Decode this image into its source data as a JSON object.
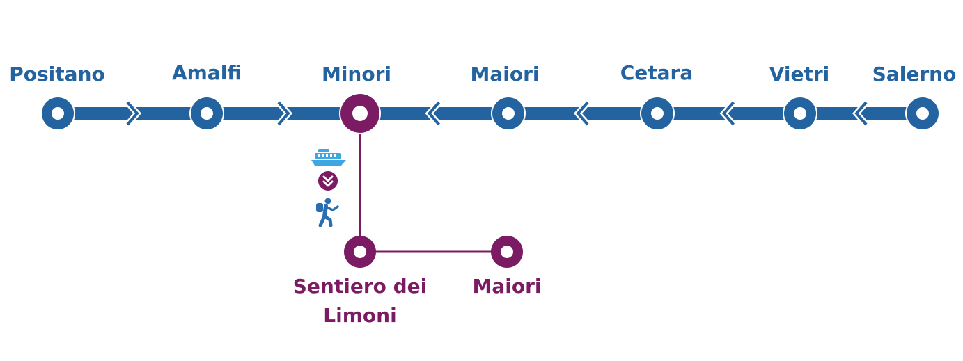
{
  "colors": {
    "main_line": "#2263a0",
    "branch_line": "#7a1b63",
    "ferry_icon": "#3ea6e0",
    "hiker_icon": "#2a6db0"
  },
  "main_route": {
    "stops": [
      {
        "name": "Positano"
      },
      {
        "name": "Amalfi"
      },
      {
        "name": "Minori",
        "hub": true
      },
      {
        "name": "Maiori"
      },
      {
        "name": "Cetara"
      },
      {
        "name": "Vietri"
      },
      {
        "name": "Salerno"
      }
    ],
    "arrows": [
      "right",
      "right",
      "left",
      "left",
      "left",
      "left"
    ]
  },
  "branch": {
    "icons": [
      "ferry-icon",
      "double-chevron-down-icon",
      "hiker-icon"
    ],
    "stops": [
      {
        "name_lines": [
          "Sentiero dei",
          "Limoni"
        ]
      },
      {
        "name_lines": [
          "Maiori"
        ]
      }
    ]
  }
}
